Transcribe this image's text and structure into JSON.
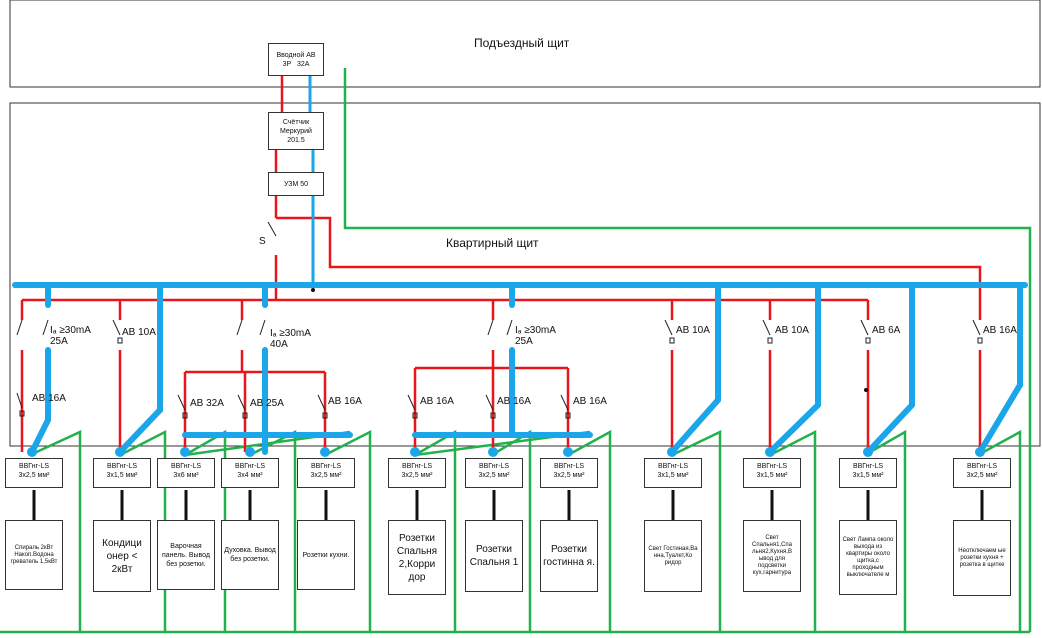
{
  "titles": {
    "entrance_panel": "Подъездный щит",
    "apartment_panel": "Квартирный щит"
  },
  "devices": {
    "input_breaker": "Вводной АВ\n3Р   32А",
    "meter": "Счётчик\nМеркурий\n201.5",
    "uzm": "УЗМ 50",
    "switch_label": "S"
  },
  "rcd": {
    "rcd1": "Iₐ ≥30mA\n25A",
    "rcd2": "Iₐ ≥30mA\n40A",
    "rcd3": "Iₐ ≥30mA\n25A"
  },
  "breakers": {
    "b1": "АВ 16А",
    "b2": "АВ 10А",
    "b3": "АВ 32А",
    "b4": "АВ 25А",
    "b5": "АВ 16А",
    "b6": "АВ 16А",
    "b7": "АВ 16А",
    "b8": "АВ 16А",
    "b9": "АВ 10А",
    "b10": "АВ 10А",
    "b11": "АВ 6А",
    "b12": "АВ 16А"
  },
  "cables": [
    "ВВГнг-LS\n3х2,5 мм²",
    "ВВГнг-LS\n3х1,5 мм²",
    "ВВГнг-LS\n3х6 мм²",
    "ВВГнг-LS\n3х4 мм²",
    "ВВГнг-LS\n3х2,5 мм²",
    "ВВГнг-LS\n3х2,5 мм²",
    "ВВГнг-LS\n3х2,5 мм²",
    "ВВГнг-LS\n3х2,5 мм²",
    "ВВГнг-LS\n3х1,5 мм²",
    "ВВГнг-LS\n3х1,5 мм²",
    "ВВГнг-LS\n3х1,5 мм²",
    "ВВГнг-LS\n3х2,5 мм²"
  ],
  "loads": [
    "Спираль 2кВт Накоп.Водона греватель 1,5кВт",
    "Кондици онер < 2кВт",
    "Варочная панель. Вывод без розетки.",
    "Духовка. Вывод без розетки.",
    "Розетки кухни.",
    "Розетки Спальня 2,Корри дор",
    "Розетки Спальня 1",
    "Розетки гостинна я.",
    "Свет Гостиная,Ва нна,Туалет,Ко ридор",
    "Свет Спальня1,Спа льня2,Кухня,В ывод для подсветки кух.гарнитура",
    "Свет Лампа около выхода из квартиры около щитка,с проходным выключателе м",
    "Неотключаем ые розетки кухня + розетка в щитке"
  ],
  "colors": {
    "phase": "#e8161b",
    "neutral": "#1aa6e8",
    "ground": "#22b14c",
    "frame": "#333333"
  }
}
